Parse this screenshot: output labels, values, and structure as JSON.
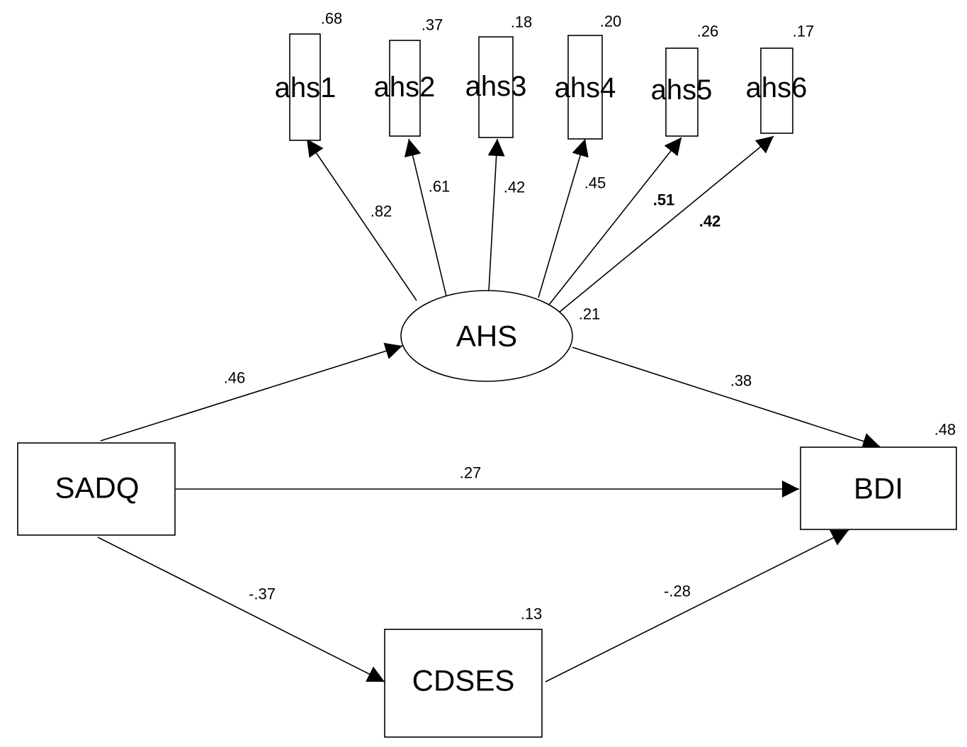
{
  "nodes": {
    "ahs1": {
      "label": "ahs1",
      "r2": ".68"
    },
    "ahs2": {
      "label": "ahs2",
      "r2": ".37"
    },
    "ahs3": {
      "label": "ahs3",
      "r2": ".18"
    },
    "ahs4": {
      "label": "ahs4",
      "r2": ".20"
    },
    "ahs5": {
      "label": "ahs5",
      "r2": ".26"
    },
    "ahs6": {
      "label": "ahs6",
      "r2": ".17"
    },
    "ahs": {
      "label": "AHS",
      "r2": ".21"
    },
    "sadq": {
      "label": "SADQ"
    },
    "bdi": {
      "label": "BDI",
      "r2": ".48"
    },
    "cdses": {
      "label": "CDSES",
      "r2": ".13"
    }
  },
  "paths": {
    "ahs_ahs1": ".82",
    "ahs_ahs2": ".61",
    "ahs_ahs3": ".42",
    "ahs_ahs4": ".45",
    "ahs_ahs5": ".51",
    "ahs_ahs6": ".42",
    "sadq_ahs": ".46",
    "ahs_bdi": ".38",
    "sadq_bdi": ".27",
    "sadq_cdses": "-.37",
    "cdses_bdi": "-.28"
  }
}
